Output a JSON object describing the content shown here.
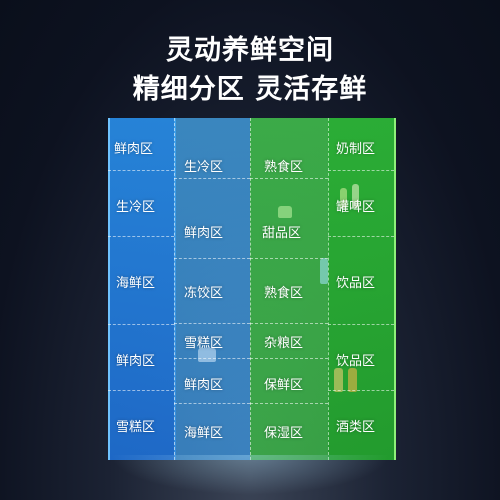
{
  "headline": {
    "line1": "灵动养鲜空间",
    "line2": "精细分区 灵活存鲜"
  },
  "zones": {
    "left_door": [
      "鲜肉区",
      "生冷区",
      "海鲜区",
      "鲜肉区",
      "雪糕区"
    ],
    "left_inner": [
      "生冷区",
      "鲜肉区",
      "冻饺区",
      "雪糕区",
      "鲜肉区",
      "海鲜区"
    ],
    "right_inner": [
      "熟食区",
      "甜品区",
      "熟食区",
      "杂粮区",
      "保鲜区",
      "保湿区"
    ],
    "right_door": [
      "奶制区",
      "罐啤区",
      "饮品区",
      "饮品区",
      "酒类区"
    ]
  },
  "colors": {
    "freezer_blue": "#2b8fe0",
    "fridge_green": "#3fc24a",
    "background": "#0d1220"
  }
}
